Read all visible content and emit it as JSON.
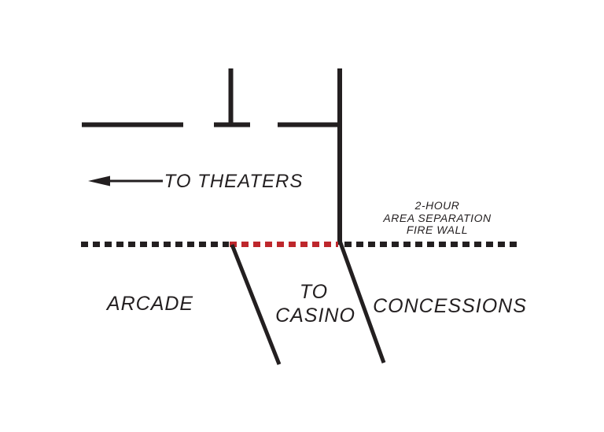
{
  "diagram": {
    "labels": {
      "to_theaters": "TO THEATERS",
      "firewall": {
        "line1": "2-HOUR",
        "line2": "AREA SEPARATION",
        "line3": "FIRE WALL"
      },
      "arcade": "ARCADE",
      "to_casino": {
        "line1": "TO",
        "line2": "CASINO"
      },
      "concessions": "CONCESSIONS"
    },
    "icons": {
      "direction_arrow": "left-arrow"
    },
    "colors": {
      "wall_black": "#231f20",
      "firewall_red": "#be272c",
      "background": "#ffffff"
    }
  }
}
